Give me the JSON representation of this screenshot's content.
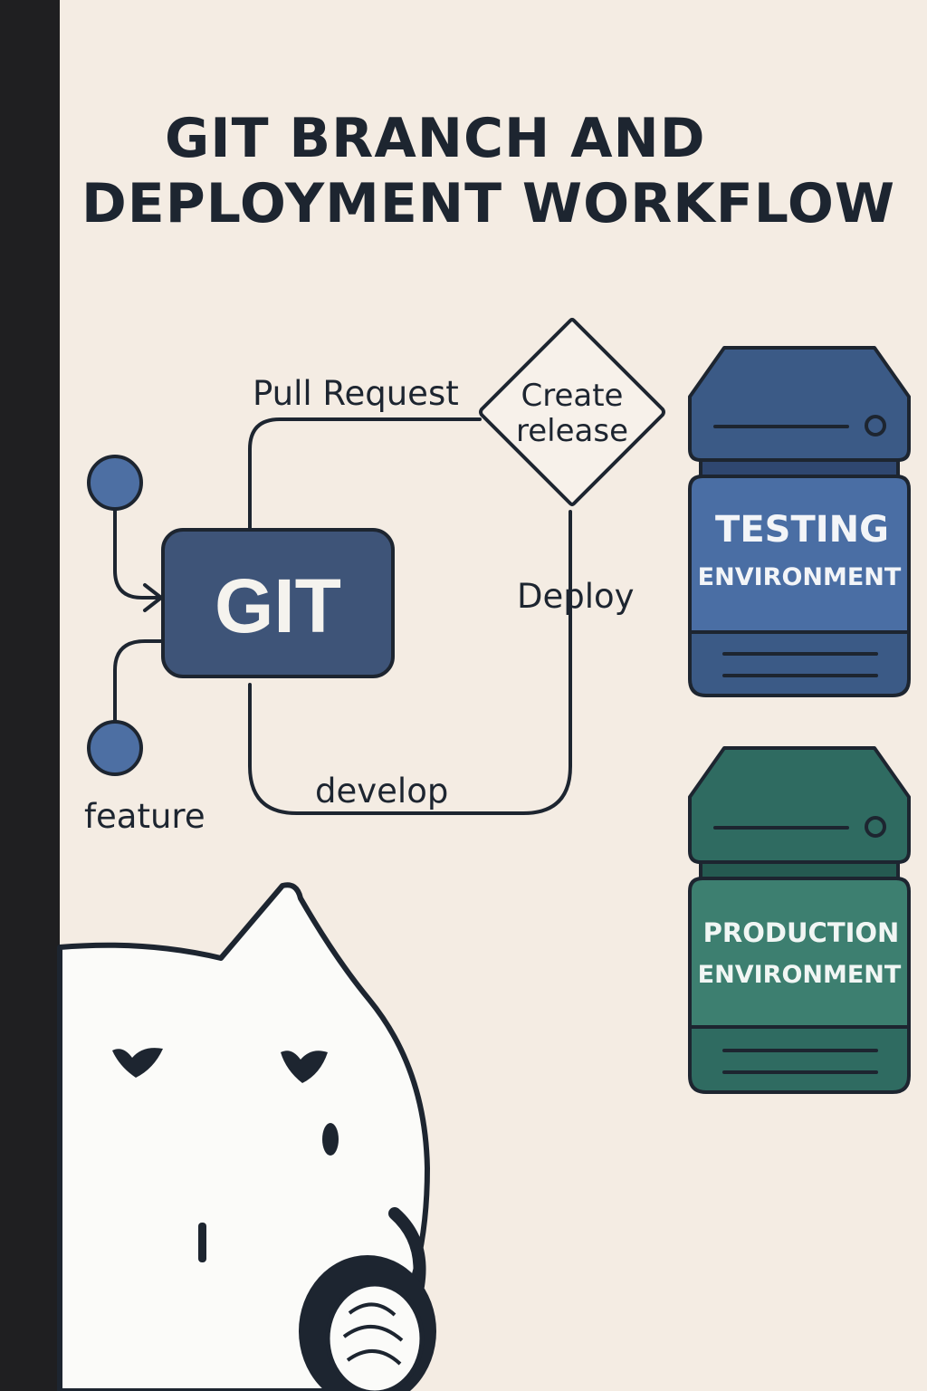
{
  "title": {
    "line1": "GIT BRANCH AND",
    "line2": "DEPLOYMENT WORKFLOW"
  },
  "diagram": {
    "git_node": "GIT",
    "feature_label": "feature",
    "pull_request_label": "Pull Request",
    "decision": {
      "line1": "Create",
      "line2": "release"
    },
    "deploy_label": "Deploy",
    "develop_label": "develop"
  },
  "servers": {
    "testing": {
      "line1": "TESTING",
      "line2": "ENVIRONMENT"
    },
    "production": {
      "line1": "PRODUCTION",
      "line2": "ENVIRONMENT"
    }
  },
  "colors": {
    "background": "#f4ece3",
    "left_bar": "#1f1f21",
    "git_box": "#3e5478",
    "branch_dot": "#4d6fa3",
    "testing_server_top": "#3b5a86",
    "testing_server_body": "#4a6ea4",
    "production_server_top": "#2f6b61",
    "production_server_body": "#3d7f70",
    "outline": "#1d2530"
  }
}
